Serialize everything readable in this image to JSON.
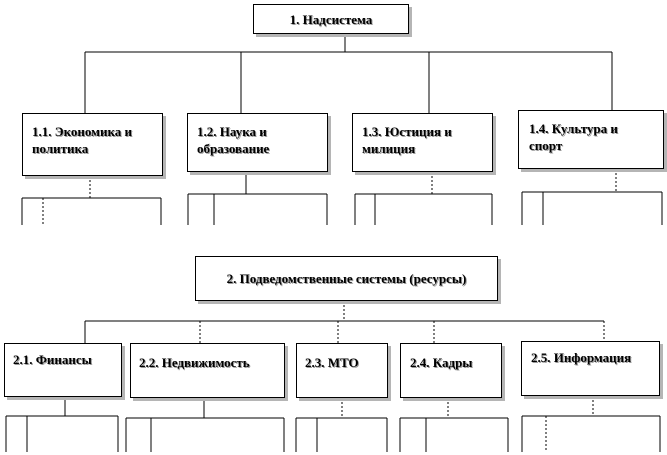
{
  "top": {
    "root": "1. Надсистема",
    "children": [
      "1.1. Экономика и политика",
      "1.2. Наука и образование",
      "1.3. Юстиция и милиция",
      "1.4. Культура и спорт"
    ]
  },
  "bottom": {
    "root": "2. Подведомственные системы (ресурсы)",
    "children": [
      "2.1. Финансы",
      "2.2. Недвижимость",
      "2.3. МТО",
      "2.4. Кадры",
      "2.5. Информация"
    ]
  }
}
